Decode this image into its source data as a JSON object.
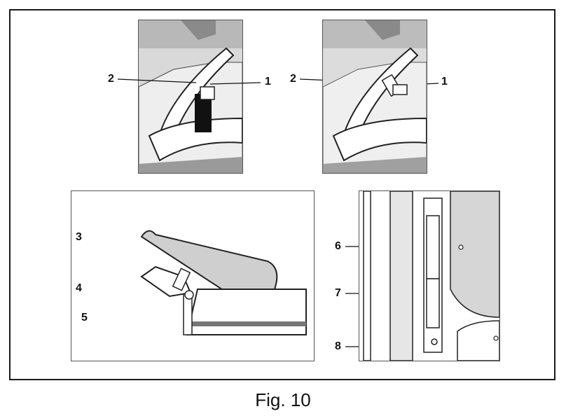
{
  "figure": {
    "caption": "Fig. 10",
    "panels": {
      "top_left": {
        "callouts": [
          "1",
          "2"
        ]
      },
      "top_right": {
        "callouts": [
          "1",
          "2"
        ]
      },
      "bottom_left": {
        "callouts": [
          "3",
          "4",
          "5"
        ]
      },
      "bottom_right": {
        "callouts": [
          "6",
          "7",
          "8"
        ]
      }
    }
  }
}
